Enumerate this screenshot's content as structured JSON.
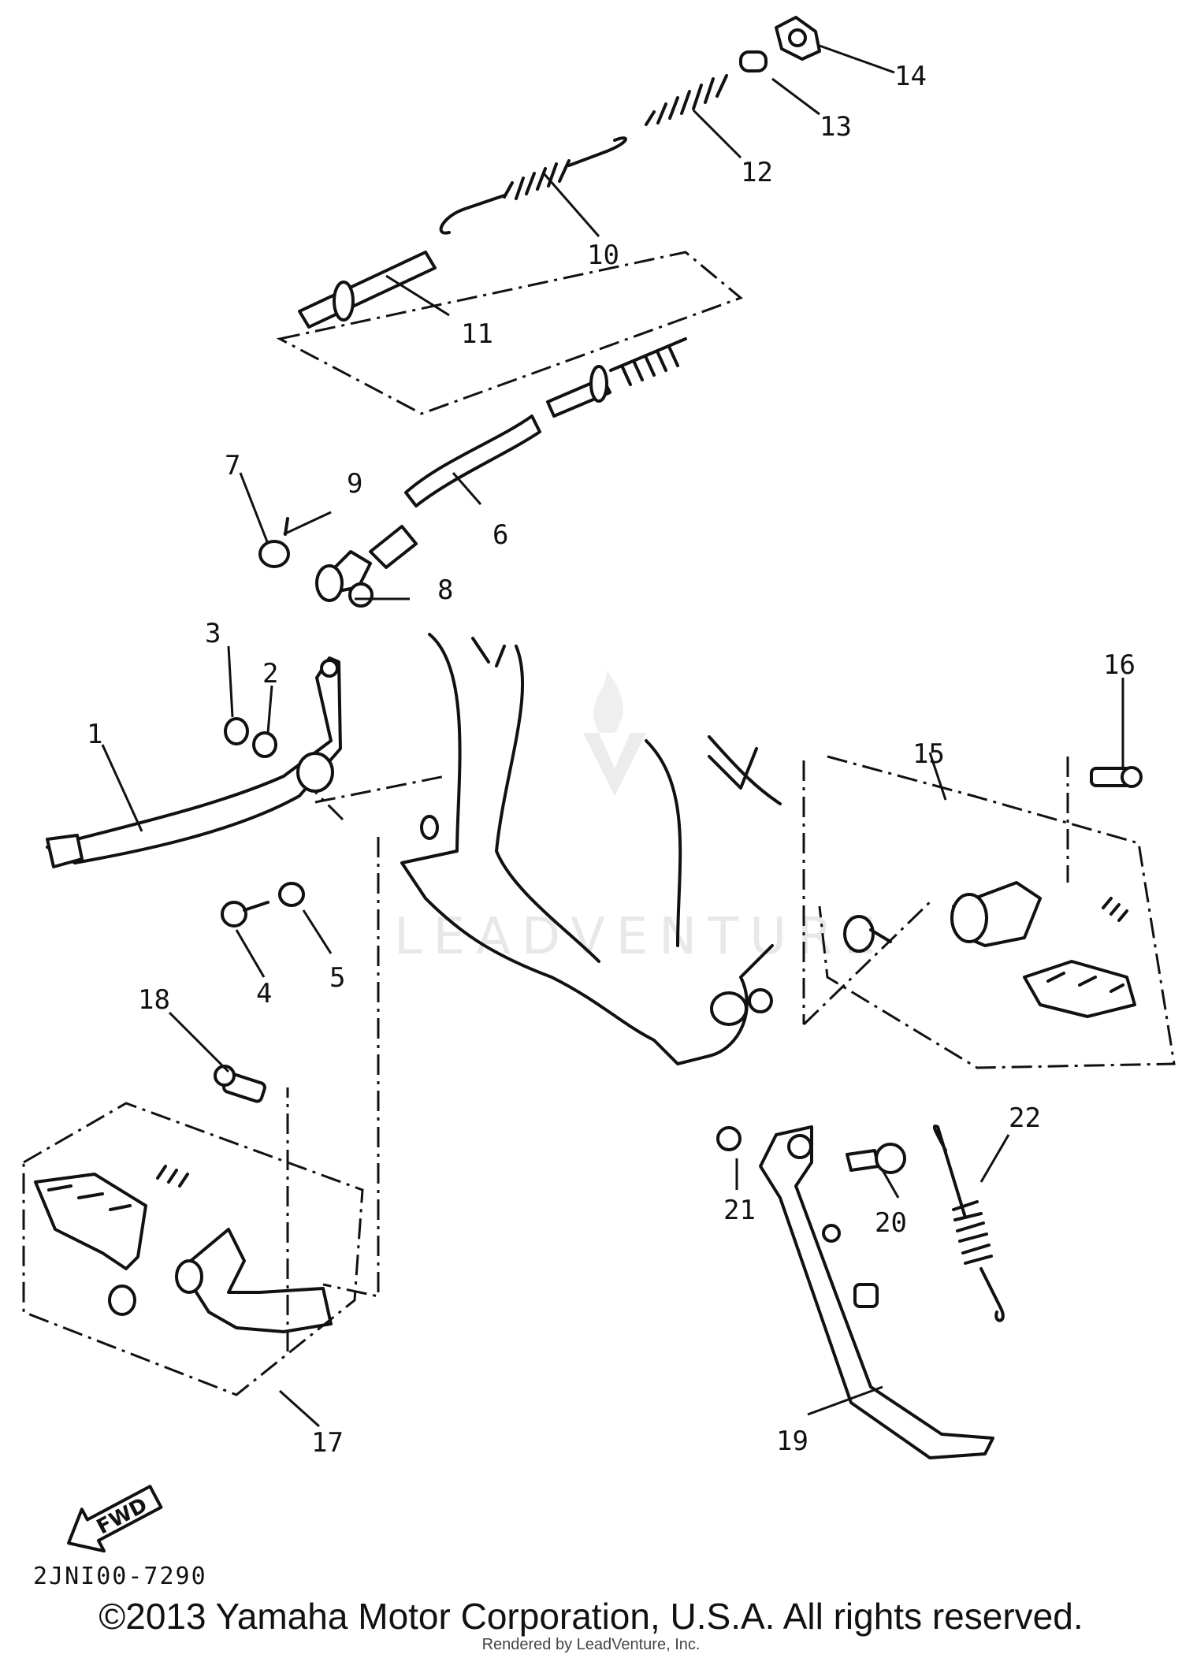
{
  "diagram": {
    "callouts": [
      "1",
      "2",
      "3",
      "4",
      "5",
      "6",
      "7",
      "8",
      "9",
      "10",
      "11",
      "12",
      "13",
      "14",
      "15",
      "16",
      "17",
      "18",
      "19",
      "20",
      "21",
      "22"
    ],
    "part_code": "2JNI00-7290",
    "fwd_label": "FWD",
    "watermark": "LEADVENTURE"
  },
  "footer": {
    "copyright": "©2013 Yamaha Motor Corporation, U.S.A. All rights reserved.",
    "rendered_by": "Rendered by LeadVenture, Inc."
  }
}
